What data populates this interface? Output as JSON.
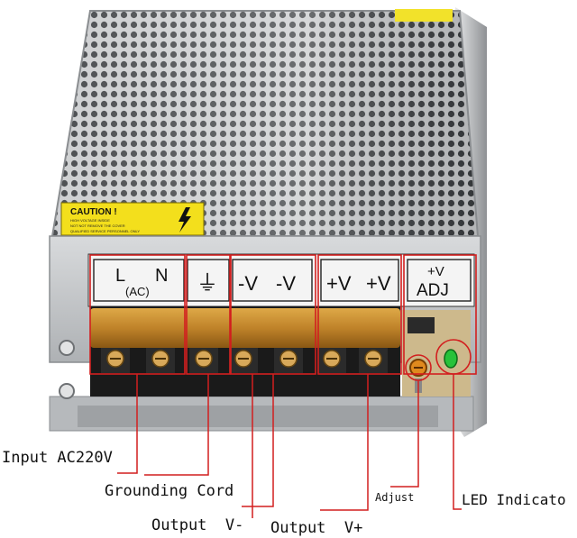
{
  "caution": {
    "title": "CAUTION !",
    "lines": [
      "HIGH VOLTAGE INSIDE",
      "NOT NOT REMOVE THE COVER",
      "QUALIFIED SERVICE PERSONNEL ONLY"
    ]
  },
  "terminals": {
    "ac_l": "L",
    "ac_n": "N",
    "ac_sub": "(AC)",
    "ground_symbol": "⏚",
    "vminus_1": "-V",
    "vminus_2": "-V",
    "vplus_1": "+V",
    "vplus_2": "+V",
    "adj_top": "+V",
    "adj_bottom": "ADJ"
  },
  "callouts": {
    "input": "Input AC220V",
    "ground": "Grounding Cord",
    "output_minus": "Output  V-",
    "output_plus": "Output  V+",
    "adjust": "Adjust",
    "led": "LED Indicato"
  },
  "colors": {
    "callout_line": "#d21f1f",
    "caution_yellow": "#f3df1c",
    "led_green": "#27c23a",
    "terminal_amber": "#c8882a",
    "metal": "#b9bcbf"
  }
}
